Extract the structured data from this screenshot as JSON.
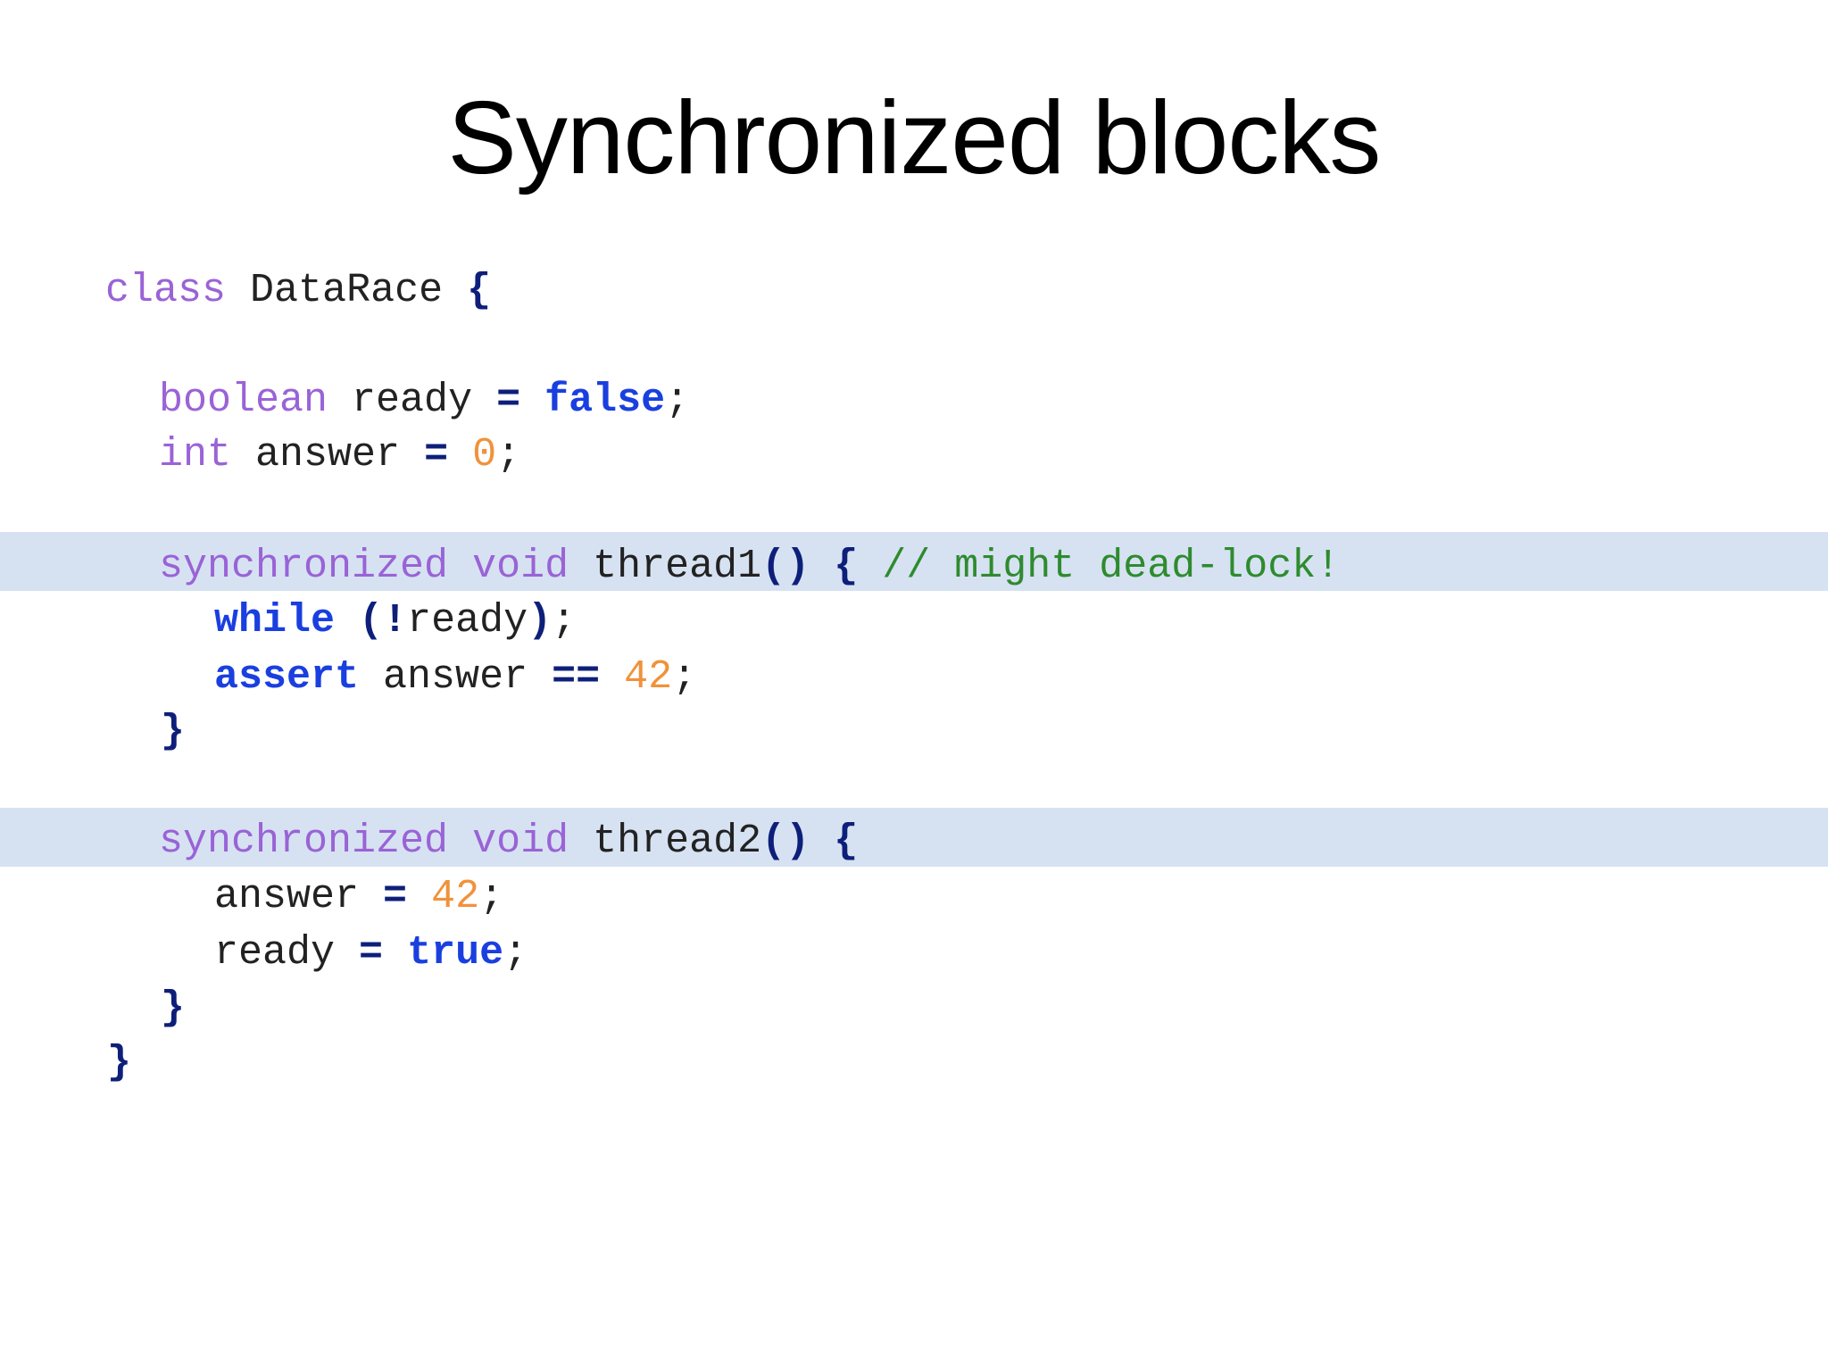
{
  "slide": {
    "title": "Synchronized blocks"
  },
  "code": {
    "line1": {
      "kw": "class",
      "name": "DataRace",
      "brace": "{"
    },
    "line2": {
      "type": "boolean",
      "name": "ready",
      "eq": "=",
      "value": "false",
      "semi": ";"
    },
    "line3": {
      "type": "int",
      "name": "answer",
      "eq": "=",
      "value": "0",
      "semi": ";"
    },
    "line4": {
      "mod": "synchronized",
      "type": "void",
      "name": "thread1",
      "parens": "()",
      "brace": "{",
      "comment": "// might dead-lock!"
    },
    "line5": {
      "kw": "while",
      "open": "(!",
      "name": "ready",
      "close": ")",
      "semi": ";"
    },
    "line6": {
      "kw": "assert",
      "name": "answer",
      "op": "==",
      "value": "42",
      "semi": ";"
    },
    "line7": {
      "brace": "}"
    },
    "line8": {
      "mod": "synchronized",
      "type": "void",
      "name": "thread2",
      "parens": "()",
      "brace": "{"
    },
    "line9": {
      "name": "answer",
      "eq": "=",
      "value": "42",
      "semi": ";"
    },
    "line10": {
      "name": "ready",
      "eq": "=",
      "value": "true",
      "semi": ";"
    },
    "line11": {
      "brace": "}"
    },
    "line12": {
      "brace": "}"
    }
  },
  "colors": {
    "highlight": "#d6e2f2",
    "type_keyword": "#9a63d6",
    "bold_keyword": "#1a3fe0",
    "number": "#f0923b",
    "operator": "#0e1f7a",
    "comment": "#2e8b2e"
  }
}
